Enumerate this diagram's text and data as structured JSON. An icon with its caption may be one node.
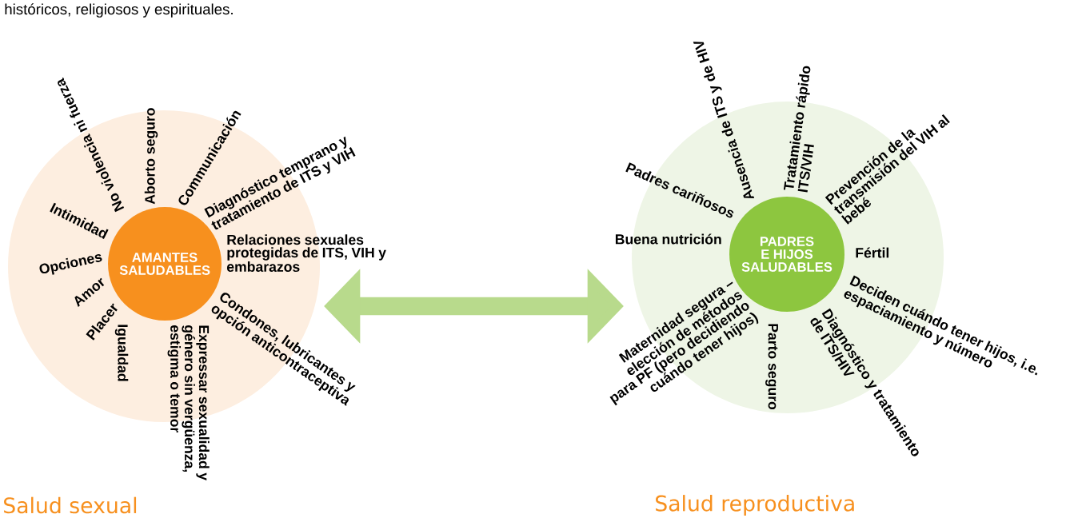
{
  "diagram": {
    "nodes": [
      {
        "text": [],
        "shape": "circle"
      },
      {
        "text": [
          "AMANTES SALUDABLES"
        ],
        "in": 0
      },
      {
        "text": [],
        "shape": "circle"
      },
      {
        "text": [
          "PADRES E HIJOS SALUDABLES"
        ],
        "in": 2
      }
    ],
    "edges": [
      {
        "from": 0,
        "to": 2,
        "arrow": "both"
      }
    ],
    "labels": [
      "históricos, religiosos y espirituales.",
      "No violencia ni fuerza",
      "Aborto seguro",
      "Communicación",
      "Diagnóstico temprano y tratamiento de ITS y VIH",
      "Intimidad",
      "Relaciones sexuales protegidas de ITS, VIH y embarazos",
      "Opciones",
      "Amor",
      "Placer",
      "Condones, lubricantes y opción anticontraceptiva",
      "Igualdad",
      "Expressar sexualidad y género sin vergüenza, estigma o temor",
      "Salud sexual",
      "Ausencia de ITS y de HIV",
      "Tratamiento rápido ITS/VIH",
      "Padres cariñosos",
      "Prevención de la transmisión del VIH al bebé",
      "Buena nutrición",
      "Fértil",
      "Maternidad segura – elección de métodos para PF (pero decidiendo cuándo tener hijos)",
      "Parto seguro",
      "Diagnóstico y tratamiento de ITS/HIV",
      "Deciden cuándo tener hijos, i.e. espaciamiento y número",
      "Salud reproductiva"
    ]
  }
}
